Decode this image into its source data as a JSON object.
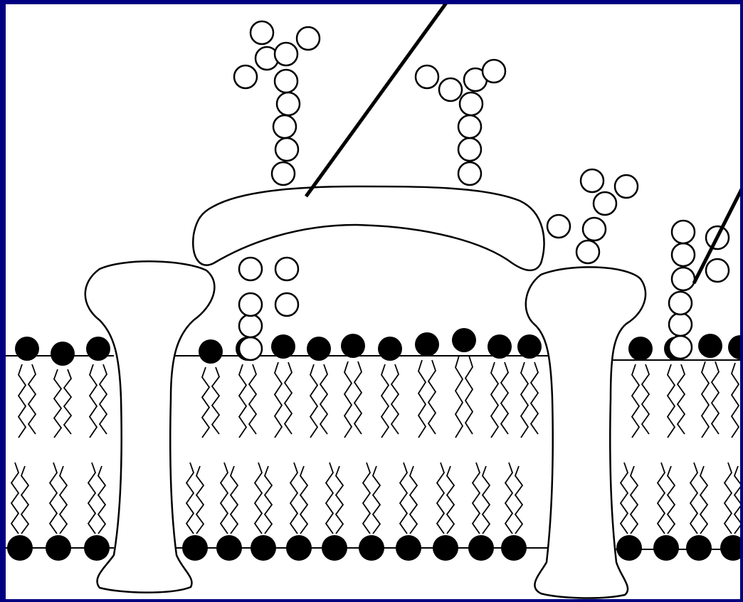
{
  "diagram": {
    "colors": {
      "frame": "#000080",
      "paper": "#ffffff",
      "ink": "#000000"
    },
    "components": {
      "bilayer": "phospholipid-bilayer",
      "heads": "phospholipid-head",
      "tails": "fatty-acid-tail",
      "proteins": [
        "transmembrane-protein",
        "transmembrane-protein",
        "peripheral-protein"
      ],
      "glycolipid_chain": "carbohydrate-chain",
      "pointers": [
        "pointer-line",
        "pointer-line"
      ]
    }
  }
}
